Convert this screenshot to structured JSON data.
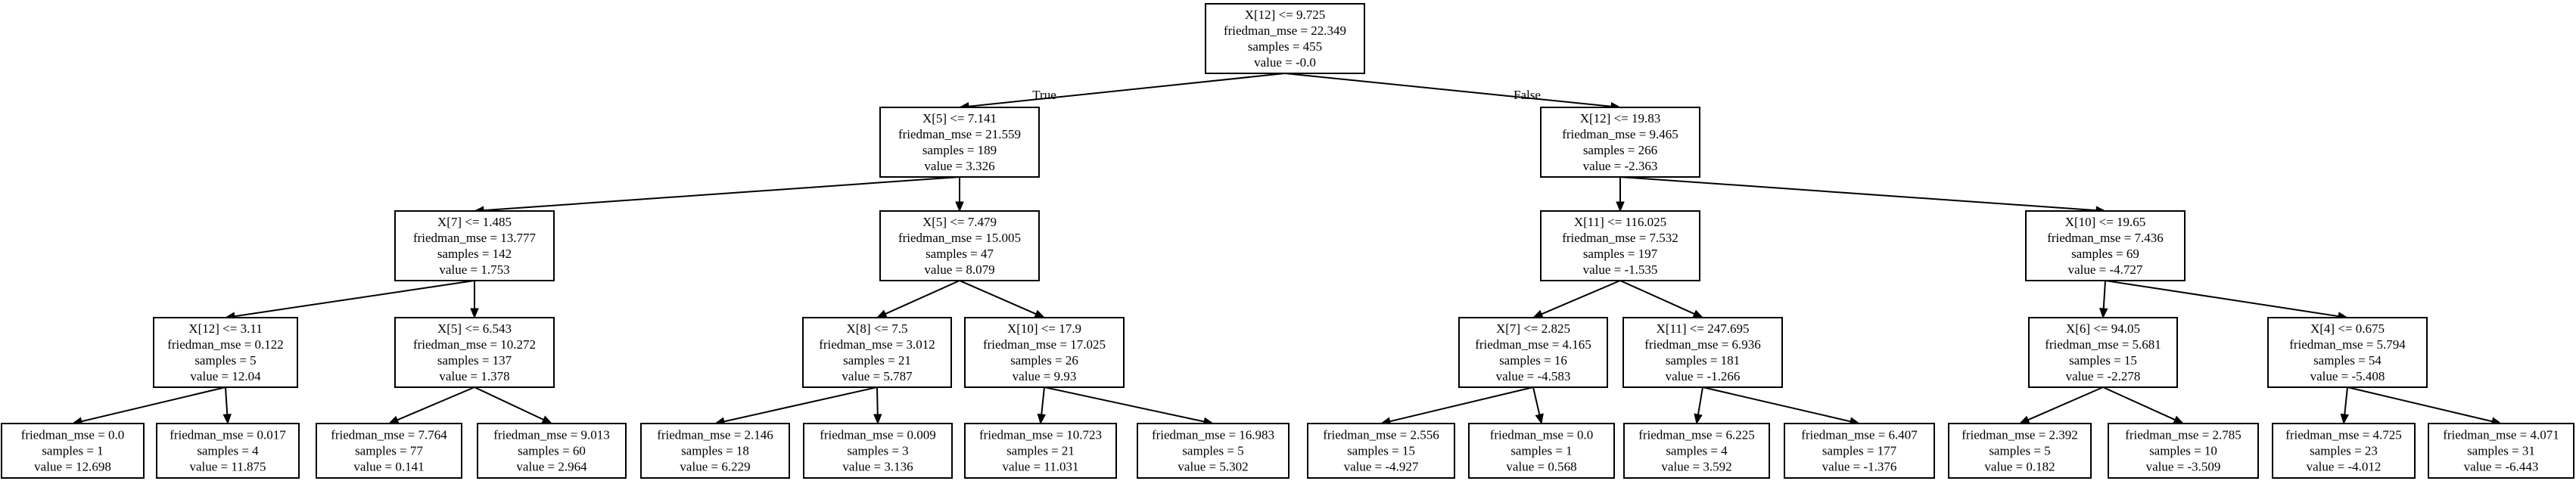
{
  "tree": {
    "nodes": [
      {
        "id": "n0",
        "lines": [
          "X[12] <= 9.725",
          "friedman_mse = 22.349",
          "samples = 455",
          "value = -0.0"
        ]
      },
      {
        "id": "n1",
        "lines": [
          "X[5] <= 7.141",
          "friedman_mse = 21.559",
          "samples = 189",
          "value = 3.326"
        ]
      },
      {
        "id": "n2",
        "lines": [
          "X[12] <= 19.83",
          "friedman_mse = 9.465",
          "samples = 266",
          "value = -2.363"
        ]
      },
      {
        "id": "n3",
        "lines": [
          "X[7] <= 1.485",
          "friedman_mse = 13.777",
          "samples = 142",
          "value = 1.753"
        ]
      },
      {
        "id": "n4",
        "lines": [
          "X[5] <= 7.479",
          "friedman_mse = 15.005",
          "samples = 47",
          "value = 8.079"
        ]
      },
      {
        "id": "n5",
        "lines": [
          "X[11] <= 116.025",
          "friedman_mse = 7.532",
          "samples = 197",
          "value = -1.535"
        ]
      },
      {
        "id": "n6",
        "lines": [
          "X[10] <= 19.65",
          "friedman_mse = 7.436",
          "samples = 69",
          "value = -4.727"
        ]
      },
      {
        "id": "n7",
        "lines": [
          "X[12] <= 3.11",
          "friedman_mse = 0.122",
          "samples = 5",
          "value = 12.04"
        ]
      },
      {
        "id": "n8",
        "lines": [
          "X[5] <= 6.543",
          "friedman_mse = 10.272",
          "samples = 137",
          "value = 1.378"
        ]
      },
      {
        "id": "n9",
        "lines": [
          "X[8] <= 7.5",
          "friedman_mse = 3.012",
          "samples = 21",
          "value = 5.787"
        ]
      },
      {
        "id": "n10",
        "lines": [
          "X[10] <= 17.9",
          "friedman_mse = 17.025",
          "samples = 26",
          "value = 9.93"
        ]
      },
      {
        "id": "n11",
        "lines": [
          "X[7] <= 2.825",
          "friedman_mse = 4.165",
          "samples = 16",
          "value = -4.583"
        ]
      },
      {
        "id": "n12",
        "lines": [
          "X[11] <= 247.695",
          "friedman_mse = 6.936",
          "samples = 181",
          "value = -1.266"
        ]
      },
      {
        "id": "n13",
        "lines": [
          "X[6] <= 94.05",
          "friedman_mse = 5.681",
          "samples = 15",
          "value = -2.278"
        ]
      },
      {
        "id": "n14",
        "lines": [
          "X[4] <= 0.675",
          "friedman_mse = 5.794",
          "samples = 54",
          "value = -5.408"
        ]
      },
      {
        "id": "n15",
        "lines": [
          "friedman_mse = 0.0",
          "samples = 1",
          "value = 12.698"
        ]
      },
      {
        "id": "n16",
        "lines": [
          "friedman_mse = 0.017",
          "samples = 4",
          "value = 11.875"
        ]
      },
      {
        "id": "n17",
        "lines": [
          "friedman_mse = 7.764",
          "samples = 77",
          "value = 0.141"
        ]
      },
      {
        "id": "n18",
        "lines": [
          "friedman_mse = 9.013",
          "samples = 60",
          "value = 2.964"
        ]
      },
      {
        "id": "n19",
        "lines": [
          "friedman_mse = 2.146",
          "samples = 18",
          "value = 6.229"
        ]
      },
      {
        "id": "n20",
        "lines": [
          "friedman_mse = 0.009",
          "samples = 3",
          "value = 3.136"
        ]
      },
      {
        "id": "n21",
        "lines": [
          "friedman_mse = 10.723",
          "samples = 21",
          "value = 11.031"
        ]
      },
      {
        "id": "n22",
        "lines": [
          "friedman_mse = 16.983",
          "samples = 5",
          "value = 5.302"
        ]
      },
      {
        "id": "n23",
        "lines": [
          "friedman_mse = 2.556",
          "samples = 15",
          "value = -4.927"
        ]
      },
      {
        "id": "n24",
        "lines": [
          "friedman_mse = 0.0",
          "samples = 1",
          "value = 0.568"
        ]
      },
      {
        "id": "n25",
        "lines": [
          "friedman_mse = 6.225",
          "samples = 4",
          "value = 3.592"
        ]
      },
      {
        "id": "n26",
        "lines": [
          "friedman_mse = 6.407",
          "samples = 177",
          "value = -1.376"
        ]
      },
      {
        "id": "n27",
        "lines": [
          "friedman_mse = 2.392",
          "samples = 5",
          "value = 0.182"
        ]
      },
      {
        "id": "n28",
        "lines": [
          "friedman_mse = 2.785",
          "samples = 10",
          "value = -3.509"
        ]
      },
      {
        "id": "n29",
        "lines": [
          "friedman_mse = 4.725",
          "samples = 23",
          "value = -4.012"
        ]
      },
      {
        "id": "n30",
        "lines": [
          "friedman_mse = 4.071",
          "samples = 31",
          "value = -6.443"
        ]
      }
    ],
    "edges": [
      {
        "from": "n0",
        "to": "n1",
        "label": "True"
      },
      {
        "from": "n0",
        "to": "n2",
        "label": "False"
      },
      {
        "from": "n1",
        "to": "n3"
      },
      {
        "from": "n1",
        "to": "n4"
      },
      {
        "from": "n2",
        "to": "n5"
      },
      {
        "from": "n2",
        "to": "n6"
      },
      {
        "from": "n3",
        "to": "n7"
      },
      {
        "from": "n3",
        "to": "n8"
      },
      {
        "from": "n4",
        "to": "n9"
      },
      {
        "from": "n4",
        "to": "n10"
      },
      {
        "from": "n5",
        "to": "n11"
      },
      {
        "from": "n5",
        "to": "n12"
      },
      {
        "from": "n6",
        "to": "n13"
      },
      {
        "from": "n6",
        "to": "n14"
      },
      {
        "from": "n7",
        "to": "n15"
      },
      {
        "from": "n7",
        "to": "n16"
      },
      {
        "from": "n8",
        "to": "n17"
      },
      {
        "from": "n8",
        "to": "n18"
      },
      {
        "from": "n9",
        "to": "n19"
      },
      {
        "from": "n9",
        "to": "n20"
      },
      {
        "from": "n10",
        "to": "n21"
      },
      {
        "from": "n10",
        "to": "n22"
      },
      {
        "from": "n11",
        "to": "n23"
      },
      {
        "from": "n11",
        "to": "n24"
      },
      {
        "from": "n12",
        "to": "n25"
      },
      {
        "from": "n12",
        "to": "n26"
      },
      {
        "from": "n13",
        "to": "n27"
      },
      {
        "from": "n13",
        "to": "n28"
      },
      {
        "from": "n14",
        "to": "n29"
      },
      {
        "from": "n14",
        "to": "n30"
      }
    ]
  }
}
